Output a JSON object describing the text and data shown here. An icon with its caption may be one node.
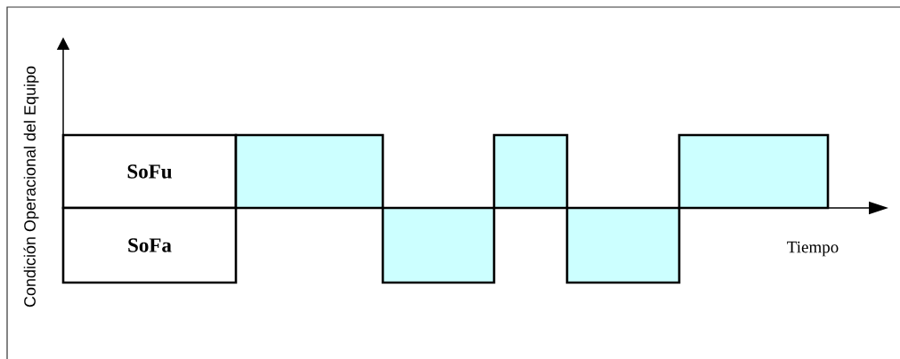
{
  "diagram": {
    "nodes": [
      {
        "text": [
          "SoFu"
        ]
      },
      {
        "text": [
          "SoFa"
        ]
      },
      {
        "text": [],
        "shape": "box"
      },
      {
        "text": [],
        "shape": "box"
      },
      {
        "text": [],
        "shape": "box"
      },
      {
        "text": [],
        "shape": "box"
      },
      {
        "text": [],
        "shape": "box"
      }
    ],
    "labels": [
      "Condición Operacional del Equipo",
      "Tiempo"
    ]
  }
}
